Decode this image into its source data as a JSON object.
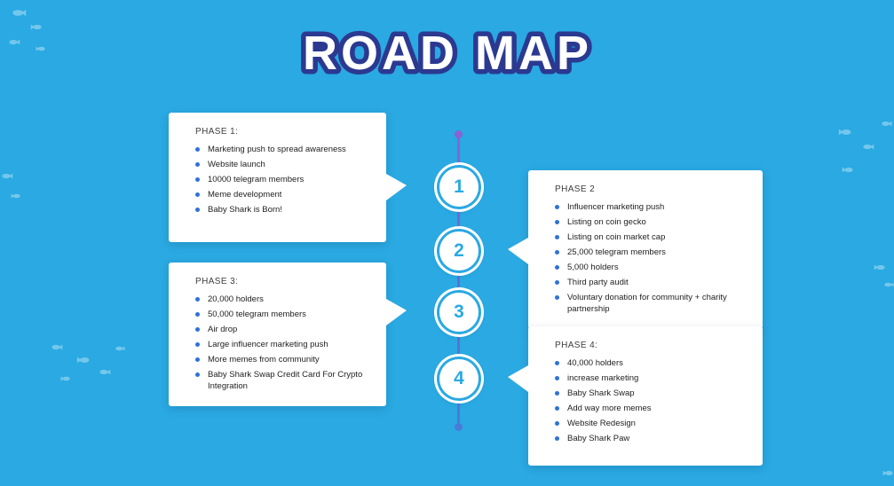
{
  "title": "ROAD MAP",
  "theme": {
    "background": "#2AA9E2",
    "title_fill": "#FFFFFF",
    "title_outline": "#2B3990",
    "box_background": "#FFFFFF",
    "heading_color": "#3C3C3C",
    "item_color": "#1E1E1E",
    "bullet_color": "#2D72D9",
    "number_color": "#2AA9E2",
    "line_gradient_top": "#8A63D2",
    "line_gradient_bottom": "#4A7BD9"
  },
  "icons": {
    "fish": "fish-icon"
  },
  "timeline": {
    "numbers": [
      "1",
      "2",
      "3",
      "4"
    ]
  },
  "phases": [
    {
      "heading": "PHASE 1:",
      "items": [
        "Marketing push to spread awareness",
        "Website launch",
        "10000 telegram members",
        "Meme development",
        "Baby Shark is Born!"
      ]
    },
    {
      "heading": "PHASE 2",
      "items": [
        "Influencer marketing push",
        "Listing on coin gecko",
        "Listing on coin market cap",
        "25,000 telegram members",
        "5,000 holders",
        "Third party audit",
        "Voluntary donation for community + charity partnership"
      ]
    },
    {
      "heading": "PHASE 3:",
      "items": [
        "20,000 holders",
        "50,000 telegram members",
        "Air drop",
        "Large influencer marketing push",
        "More memes from community",
        "Baby Shark Swap Credit Card For Crypto Integration"
      ]
    },
    {
      "heading": "PHASE 4:",
      "items": [
        "40,000 holders",
        "increase marketing",
        "Baby Shark Swap",
        "Add way more memes",
        "Website Redesign",
        "Baby Shark Paw"
      ]
    }
  ]
}
